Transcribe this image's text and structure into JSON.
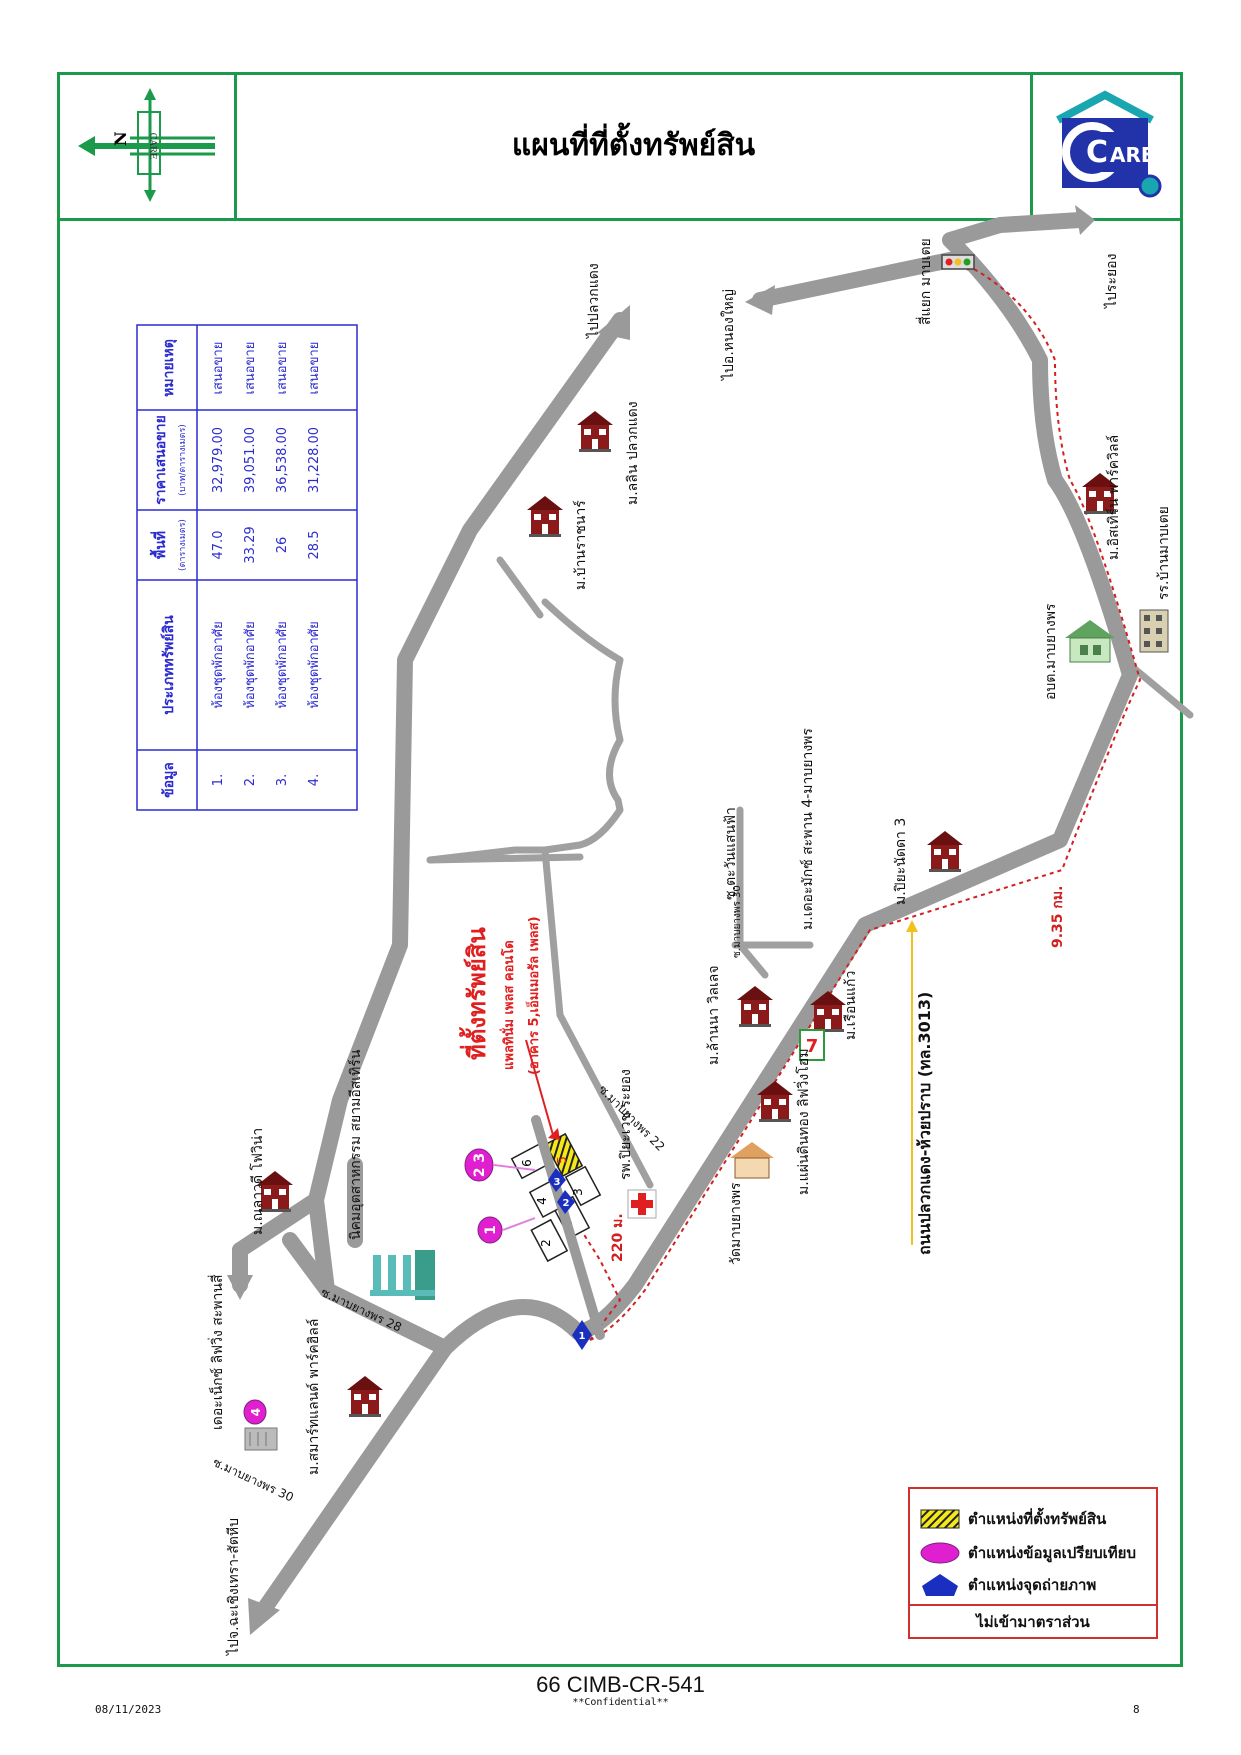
{
  "header": {
    "title": "แผนที่ที่ตั้งทรัพย์สิน",
    "compass_label": "N",
    "compass_brand": "CARE",
    "logo_text": "ARE",
    "logo_letter": "C"
  },
  "table": {
    "headers": [
      "ข้อมูล",
      "ประเภททรัพย์สิน",
      "พื้นที่",
      "ราคาเสนอขาย",
      "หมายเหตุ"
    ],
    "subheaders": [
      "",
      "",
      "(ตารางเมตร)",
      "(บาท/ตารางเมตร)",
      ""
    ],
    "rows": [
      {
        "no": "1.",
        "type": "ห้องชุดพักอาศัย",
        "area": "47.0",
        "price": "32,979.00",
        "note": "เสนอขาย"
      },
      {
        "no": "2.",
        "type": "ห้องชุดพักอาศัย",
        "area": "33.29",
        "price": "39,051.00",
        "note": "เสนอขาย"
      },
      {
        "no": "3.",
        "type": "ห้องชุดพักอาศัย",
        "area": "26",
        "price": "36,538.00",
        "note": "เสนอขาย"
      },
      {
        "no": "4.",
        "type": "ห้องชุดพักอาศัย",
        "area": "28.5",
        "price": "31,228.00",
        "note": "เสนอขาย"
      }
    ]
  },
  "map": {
    "direction_labels": {
      "to_pluak_daeng": "ไปปลวกแดง",
      "to_nong_yai": "ไปอ.หนองใหญ่",
      "to_rayong": "ไประยอง",
      "to_chachoengsao": "ไปจ.ฉะเชิงเทรา-สัตหีบ"
    },
    "intersection": "สี่แยก มาบเตย",
    "main_road": "ถนนปลวกแดง-ห้วยปราบ (ทล.3013)",
    "distance_main": "9.35 กม.",
    "distance_side": "220 ม.",
    "soi_labels": {
      "soi_30_a": "ซ.มาบยางพร 30",
      "soi_22": "ซ.มาบยางพร 22",
      "soi_28": "ซ.มาบยางพร 28",
      "soi_30_b": "ซ.มาบยางพร 30"
    },
    "places": {
      "ban_rachanart": "ม.บ้านราชนาร์",
      "ma_lin": "ม.ลลิน ปลวกแดง",
      "issaran": "ม.อิสเทิร์น พาร์ควิลล์",
      "school": "รร.บ้านมาบเตย",
      "obt": "อบต.มาบยางพร",
      "piya": "ม.ปิยะนัดดา 3",
      "the_max": "ม.เดอะมักซ์ สะพาน 4-มาบยางพร",
      "soi_tawan": "ซ.ตะวันแสนฟ้า",
      "lanna": "ม.ล้านนา วิลเลจ",
      "ruean_kaew": "ม.เรือนแก้ว",
      "phaen_din": "ม.แผ่นดินทอง ลิฟวิ่งโฮม",
      "wat": "วัดมาบยางพร",
      "hospital": "รพ.ปิยะเวช ระยอง",
      "industrial": "นิคมอุตสาหกรรม สยามอีสเทิร์น",
      "nalawee": "ม.ณลาวดี โฟวิน่า",
      "next_living": "เดอะเน็กซ์ ลิฟวิ่ง สะพานสี่",
      "smart_land": "ม.สมาร์ทแลนด์ พาร์คฮิลล์"
    },
    "subject": {
      "title": "ที่ตั้งทรัพย์สิน",
      "line1": "แพลทินั่ม เพลส คอนโด",
      "line2": "(อาคาร 5,เอ็มเมอรัล เพลส)"
    },
    "buildings": [
      "1",
      "2",
      "3",
      "4",
      "5",
      "6"
    ],
    "comparable_markers": [
      "1",
      "2 3",
      "4"
    ],
    "photo_markers": [
      "1",
      "2",
      "3"
    ]
  },
  "legend": {
    "item1": "ตำแหน่งที่ตั้งทรัพย์สิน",
    "item2": "ตำแหน่งข้อมูลเปรียบเทียบ",
    "item3": "ตำแหน่งจุดถ่ายภาพ",
    "scale": "ไม่เข้ามาตราส่วน"
  },
  "footer": {
    "code": "66 CIMB-CR-541",
    "confidential": "**Confidential**",
    "date": "08/11/2023",
    "page": "8"
  },
  "colors": {
    "frame": "#1a9a4a",
    "road": "#9a9a9a",
    "table_text": "#2b2bd0",
    "subject_red": "#e02020",
    "comparable": "#e020d0",
    "photo": "#1a2fc0",
    "route": "#d02020"
  }
}
